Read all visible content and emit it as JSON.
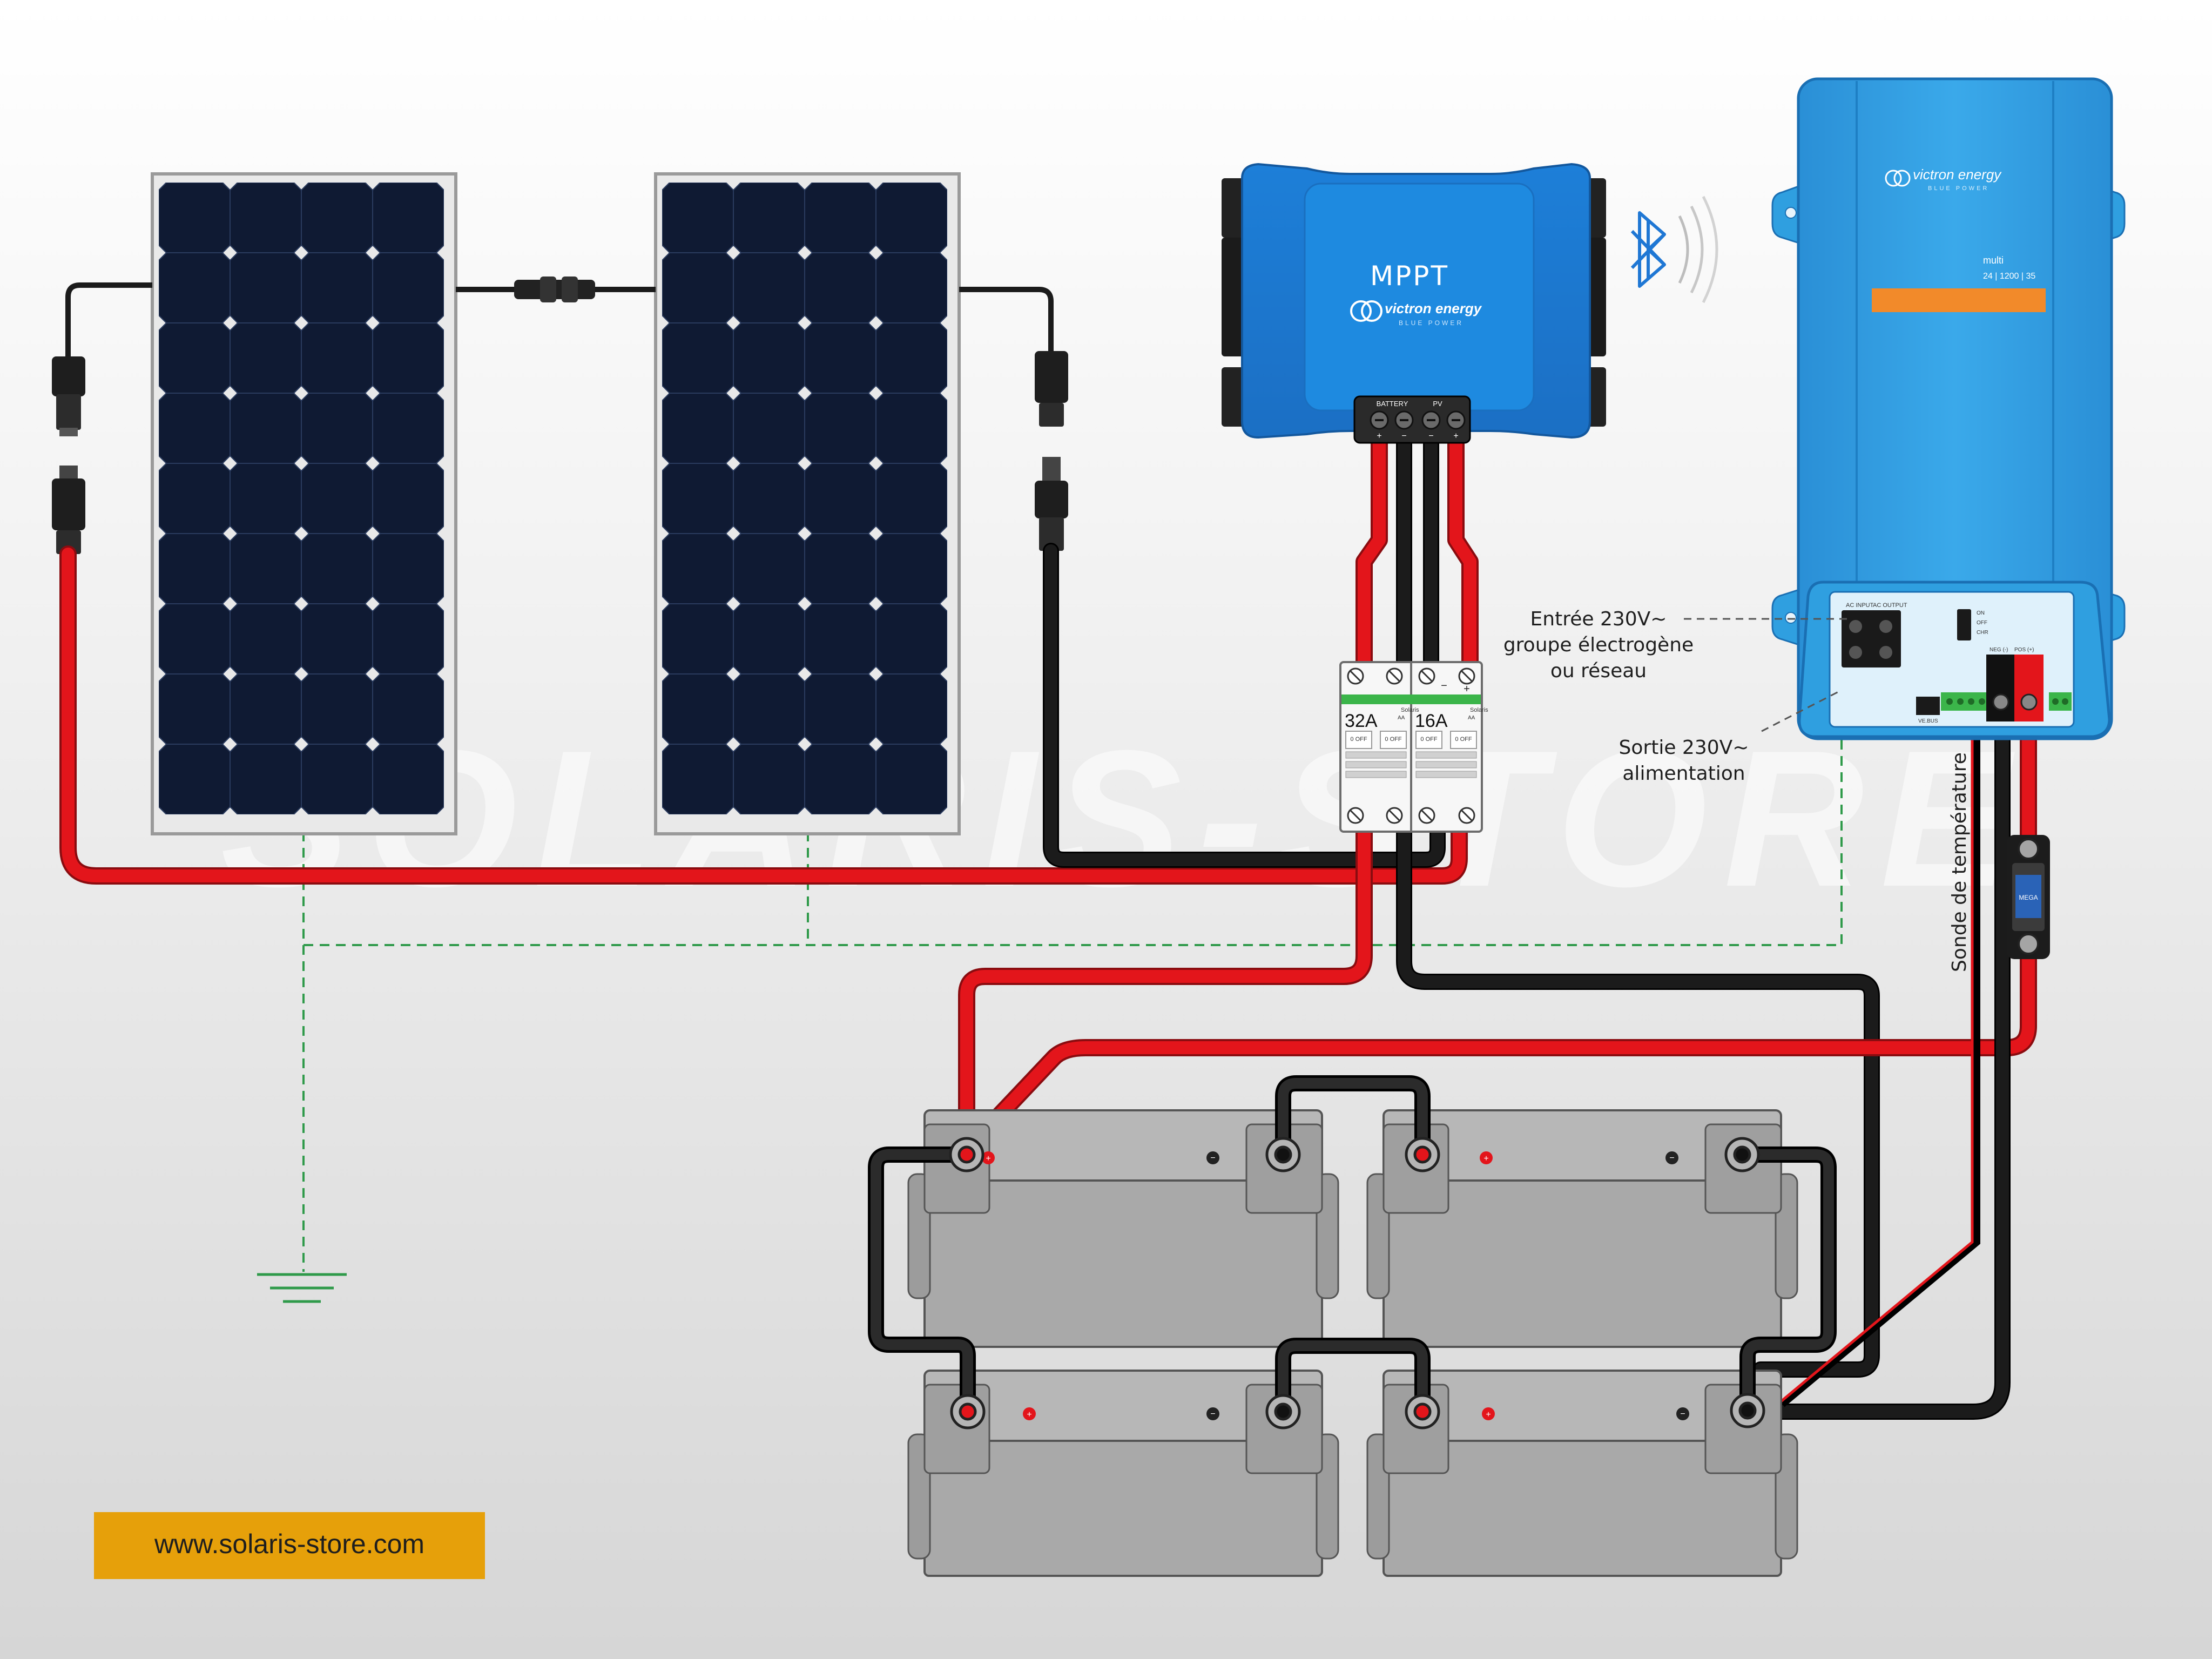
{
  "colors": {
    "positive_wire": "#e3151b",
    "negative_wire": "#1b1b1b",
    "ground_wire": "#2f9a4a",
    "victron_blue": "#2f9fe0",
    "url_banner": "#e6a00a",
    "watermark": "#ffffff"
  },
  "watermark": "SOLARIS-STORE",
  "mppt": {
    "title": "MPPT",
    "brand": "victron energy",
    "tagline": "BLUE POWER",
    "terminal_battery": "BATTERY",
    "terminal_pv": "PV",
    "bluetooth_icon": "bluetooth-icon"
  },
  "inverter": {
    "brand": "victron energy",
    "tagline": "BLUE POWER",
    "model_name": "multi",
    "model_spec": "24 | 1200 | 35",
    "ac_input_label": "AC INPUT",
    "ac_output_label": "AC OUTPUT",
    "switch_on": "ON",
    "switch_off": "OFF",
    "switch_charger": "CHR",
    "vebus_label": "VE.BUS",
    "neg_label": "NEG (-)",
    "pos_label": "POS (+)"
  },
  "breakers": {
    "left_rating": "32A",
    "right_rating": "16A",
    "brand": "Solaris",
    "off_label": "0 OFF",
    "curve": "AA"
  },
  "fuse": {
    "label": "MEGA"
  },
  "annotations": {
    "ac_input": [
      "Entrée 230V~",
      "groupe électrogène",
      "ou réseau"
    ],
    "ac_output": [
      "Sortie 230V~",
      "alimentation"
    ],
    "temp_sensor": "Sonde de température"
  },
  "footer": {
    "url": "www.solaris-store.com"
  }
}
